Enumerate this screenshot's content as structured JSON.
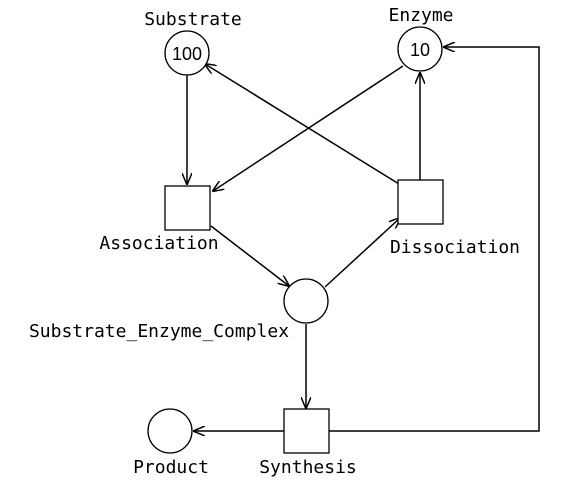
{
  "places": {
    "substrate": {
      "label": "Substrate",
      "tokens": "100"
    },
    "enzyme": {
      "label": "Enzyme",
      "tokens": "10"
    },
    "complex": {
      "label": "Substrate_Enzyme_Complex",
      "tokens": ""
    },
    "product": {
      "label": "Product",
      "tokens": ""
    }
  },
  "transitions": {
    "association": {
      "label": "Association"
    },
    "dissociation": {
      "label": "Dissociation"
    },
    "synthesis": {
      "label": "Synthesis"
    }
  },
  "arcs": [
    {
      "from": "Substrate",
      "to": "Association"
    },
    {
      "from": "Enzyme",
      "to": "Association"
    },
    {
      "from": "Association",
      "to": "Substrate_Enzyme_Complex"
    },
    {
      "from": "Substrate_Enzyme_Complex",
      "to": "Dissociation"
    },
    {
      "from": "Dissociation",
      "to": "Substrate"
    },
    {
      "from": "Dissociation",
      "to": "Enzyme"
    },
    {
      "from": "Substrate_Enzyme_Complex",
      "to": "Synthesis"
    },
    {
      "from": "Synthesis",
      "to": "Product"
    },
    {
      "from": "Synthesis",
      "to": "Enzyme"
    }
  ]
}
